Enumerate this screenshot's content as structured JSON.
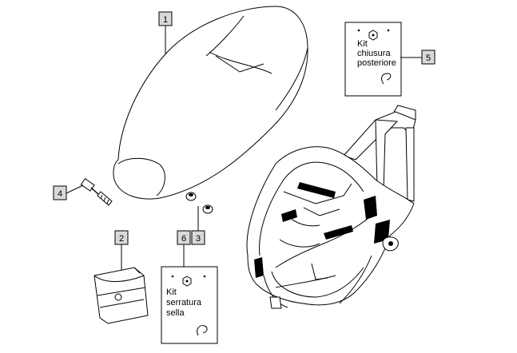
{
  "callouts": [
    {
      "id": "1",
      "label": "1"
    },
    {
      "id": "2",
      "label": "2"
    },
    {
      "id": "3",
      "label": "3"
    },
    {
      "id": "4",
      "label": "4"
    },
    {
      "id": "5",
      "label": "5"
    },
    {
      "id": "6",
      "label": "6"
    }
  ],
  "kits": {
    "rear_lock": {
      "lines": [
        "Kit",
        "chiusura",
        "posteriore"
      ]
    },
    "seat_lock": {
      "lines": [
        "Kit",
        "serratura",
        "sella"
      ]
    }
  },
  "parts": [
    "seat",
    "helmet-compartment",
    "document-pouch",
    "seat-hinge-bolt",
    "seat-buffer",
    "rear-lock-kit",
    "seat-lock-kit"
  ]
}
